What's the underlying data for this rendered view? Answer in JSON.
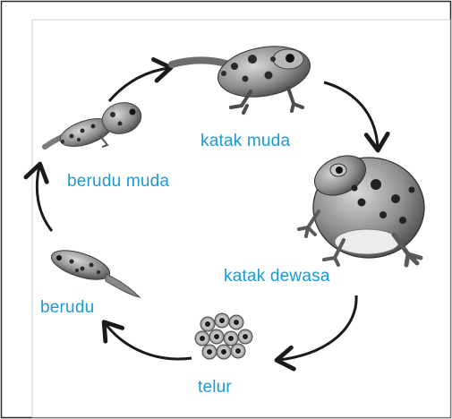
{
  "labels": {
    "katak_muda": "katak muda",
    "berudu_muda": "berudu muda",
    "katak_dewasa": "katak dewasa",
    "berudu": "berudu",
    "telur": "telur"
  },
  "colors": {
    "label": "#1a9ad6",
    "arrow": "#1a1a1a",
    "frame": "#2b2b2b"
  }
}
